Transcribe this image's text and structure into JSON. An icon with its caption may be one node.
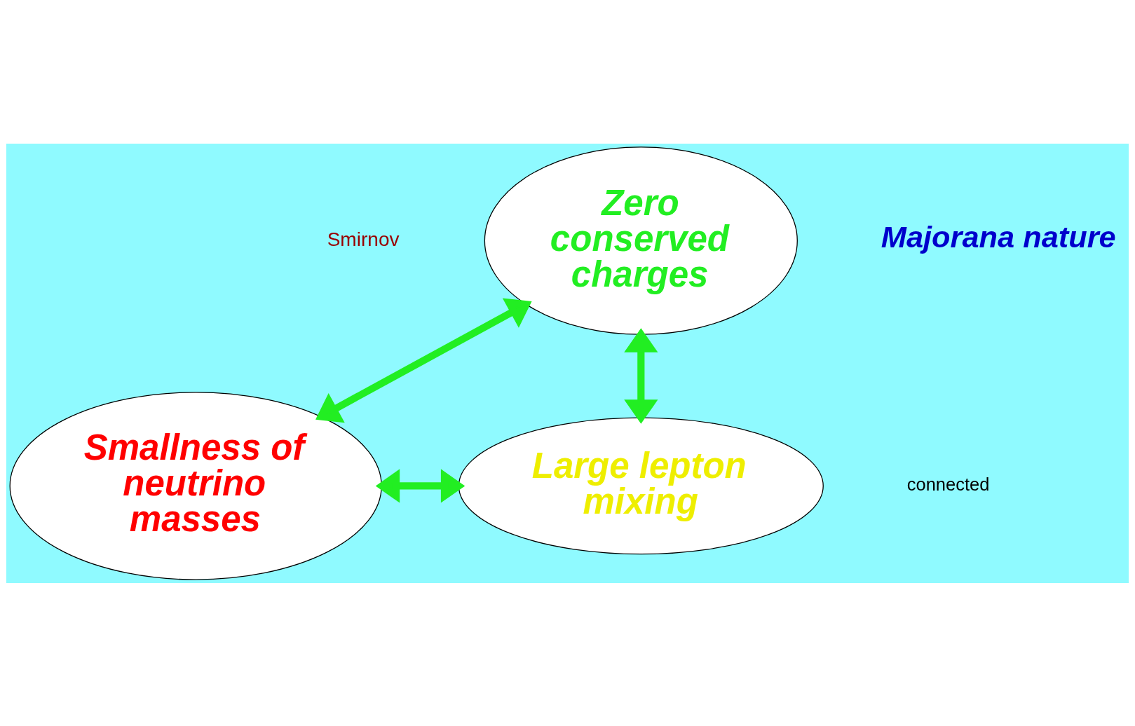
{
  "diagram": {
    "nodes": [
      {
        "text": [
          "Zero conserved charges"
        ]
      },
      {
        "text": [
          "Smallness of neutrino masses"
        ]
      },
      {
        "text": [
          "Large lepton mixing"
        ]
      }
    ],
    "edges": [
      {
        "from": 0,
        "to": 1,
        "arrow": "both"
      },
      {
        "from": 0,
        "to": 2,
        "arrow": "both"
      },
      {
        "from": 1,
        "to": 2,
        "arrow": "both"
      }
    ],
    "labels": [
      "Smirnov",
      "Majorana nature",
      "connected"
    ]
  }
}
